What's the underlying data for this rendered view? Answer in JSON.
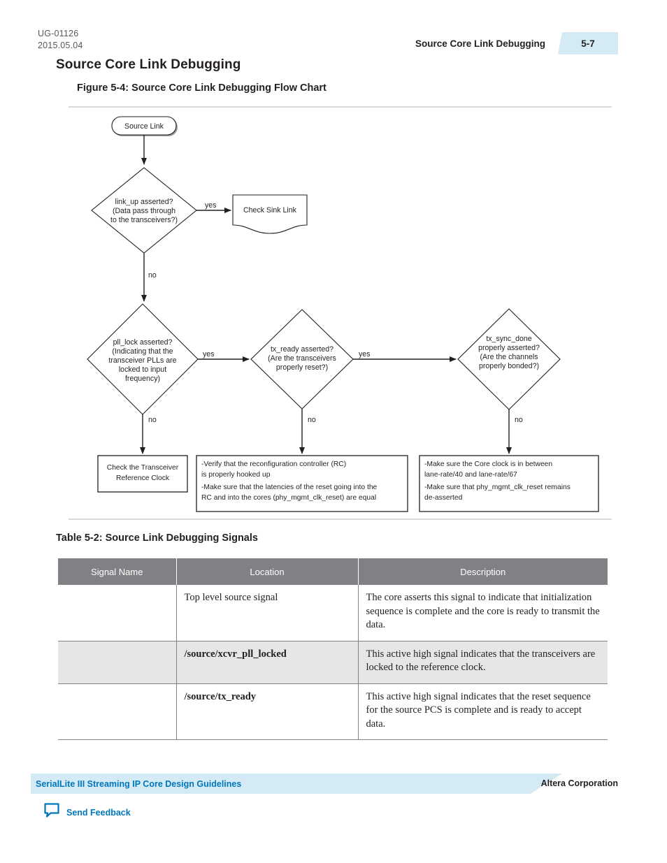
{
  "header": {
    "doc_number": "UG-01126",
    "doc_date": "2015.05.04",
    "chapter": "Source Core Link Debugging",
    "page_number": "5-7",
    "badge_color": "#d4eaf4"
  },
  "section_title": "Source Core Link Debugging",
  "figure": {
    "title": "Figure 5-4: Source Core Link Debugging Flow Chart",
    "start_node": "Source Link",
    "decisions": [
      {
        "id": "link-up",
        "lines": [
          "link_up asserted?",
          "(Data pass through",
          "to the transceivers?)"
        ],
        "yes_label": "yes",
        "no_label": "no"
      },
      {
        "id": "pll-lock",
        "lines": [
          "pll_lock asserted?",
          "(Indicating that the",
          "transceiver PLLs are",
          "locked to input",
          "frequency)"
        ],
        "yes_label": "yes",
        "no_label": "no"
      },
      {
        "id": "tx-ready",
        "lines": [
          "tx_ready asserted?",
          "(Are the transceivers",
          "properly reset?)"
        ],
        "yes_label": "yes",
        "no_label": "no"
      },
      {
        "id": "tx-sync-done",
        "lines": [
          "tx_sync_done",
          "properly asserted?",
          "(Are the channels",
          "properly bonded?)"
        ],
        "no_label": "no"
      }
    ],
    "document_node": {
      "id": "check-sink-link",
      "label": "Check Sink Link"
    },
    "outcome_boxes": [
      {
        "id": "check-transceiver-reference-clock",
        "lines": [
          "Check the Transceiver",
          "Reference Clock"
        ],
        "align": "center"
      },
      {
        "id": "verify-reconfiguration-controller",
        "lines": [
          "-Verify that the reconfiguration controller (RC)",
          " is properly hooked up",
          "-Make sure that the latencies of the reset going into the",
          " RC and into the cores (phy_mgmt_clk_reset) are equal"
        ],
        "align": "left"
      },
      {
        "id": "core-clock-checks",
        "lines": [
          "-Make sure the Core clock is in between",
          " lane-rate/40 and lane-rate/67",
          "-Make sure that phy_mgmt_clk_reset remains",
          " de-asserted"
        ],
        "align": "left"
      }
    ]
  },
  "table": {
    "title": "Table 5-2: Source Link Debugging Signals",
    "header_color": "#808184",
    "columns": [
      "Signal Name",
      "Location",
      "Description"
    ],
    "rows": [
      {
        "signal_name": "",
        "location": "Top level source signal",
        "location_bold": false,
        "description": "The core asserts this signal to indicate that initialization sequence is complete and the core is ready to transmit the data.",
        "shaded": false
      },
      {
        "signal_name": "",
        "location": "/source/xcvr_pll_locked",
        "location_bold": true,
        "description": "This active high signal indicates that the transceivers are locked to the reference clock.",
        "shaded": true
      },
      {
        "signal_name": "",
        "location": "/source/tx_ready",
        "location_bold": true,
        "description": "This active high signal indicates that the reset sequence for the source PCS is complete and is ready to accept data.",
        "shaded": false
      }
    ]
  },
  "footer": {
    "document_name": "SerialLite III Streaming IP Core Design Guidelines",
    "corporation": "Altera Corporation",
    "feedback_label": "Send Feedback",
    "link_color": "#0077bd",
    "bar_color": "#d4eaf4"
  }
}
